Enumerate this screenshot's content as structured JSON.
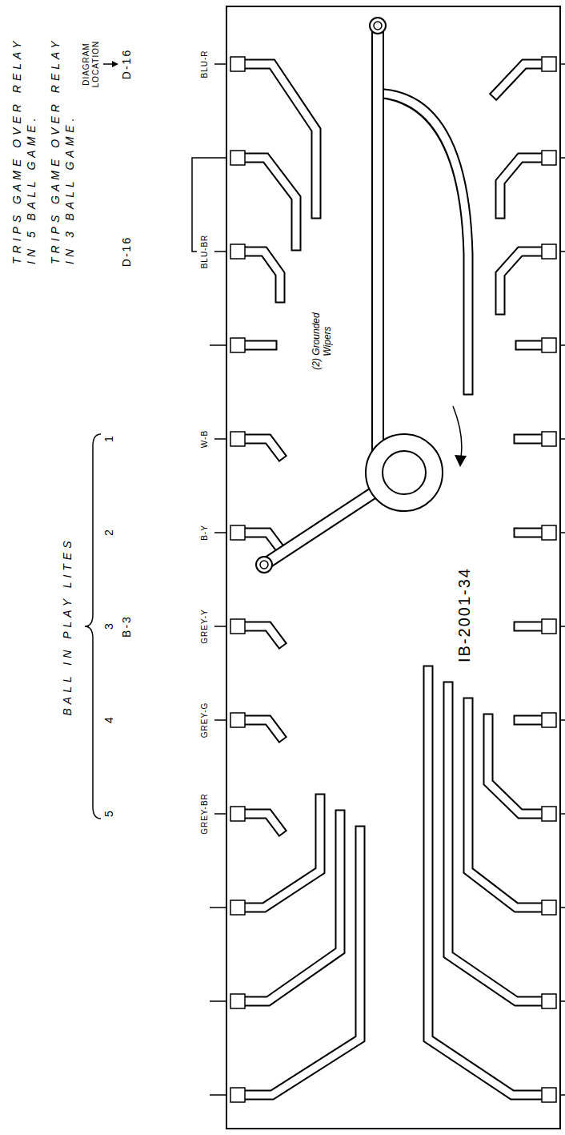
{
  "diagram": {
    "labels": [
      "TRIPS GAME OVER RELAY IN 5 BALL GAME.",
      "TRIPS GAME OVER RELAY IN 3 BALL GAME.",
      "DIAGRAM LOCATION",
      "D-16",
      "D-16",
      "BALL IN PLAY LITES",
      "1",
      "2",
      "3",
      "4",
      "5",
      "B-3",
      "BLU-R",
      "BLU-BR",
      "W-B",
      "B-Y",
      "GREY-Y",
      "GREY-G",
      "GREY-BR",
      "(2) Grounded Wipers",
      "IB-2001-34"
    ]
  }
}
